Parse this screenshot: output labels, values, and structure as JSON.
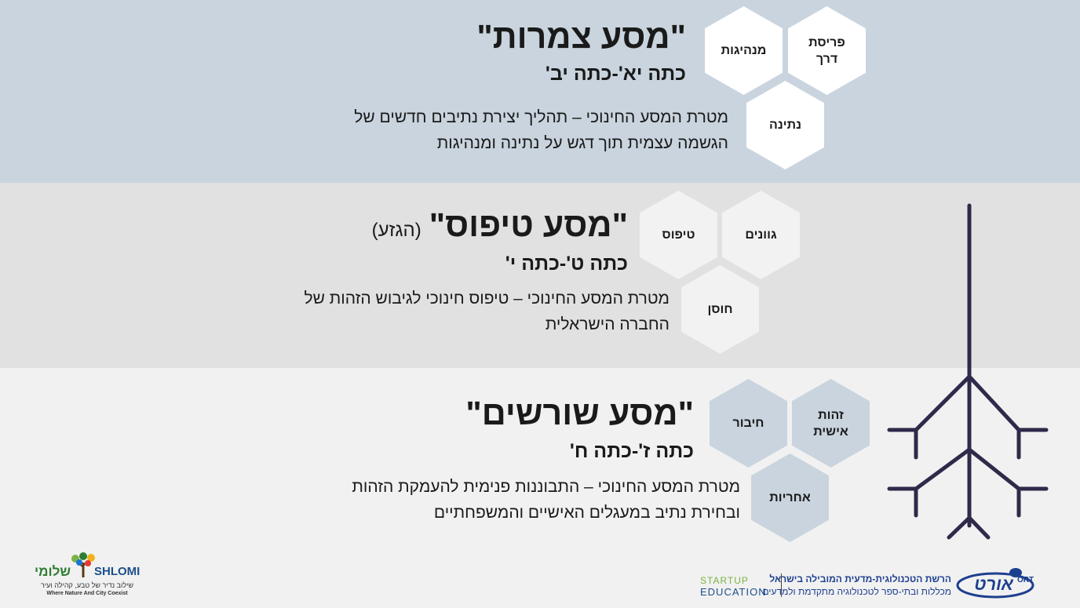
{
  "sections": [
    {
      "title": "\"מסע צמרות\"",
      "subtitle": "כתה יא'-כתה יב'",
      "description_lines": [
        "מטרת המסע החינוכי – תהליך יצירת נתיבים חדשים של",
        "הגשמה עצמית תוך דגש על נתינה ומנהיגות"
      ],
      "hexes": [
        "פריסת דרך",
        "מנהיגות",
        "נתינה"
      ]
    },
    {
      "title": "\"מסע טיפוס\"",
      "title_note": "(הגזע)",
      "subtitle": "כתה ט'-כתה י'",
      "description_lines": [
        "מטרת המסע החינוכי – טיפוס חינוכי לגיבוש הזהות של",
        "החברה הישראלית"
      ],
      "hexes": [
        "גוונים",
        "טיפוס",
        "חוסן"
      ]
    },
    {
      "title": "\"מסע שורשים\"",
      "subtitle": "כתה ז'-כתה ח'",
      "description_lines": [
        "מטרת המסע החינוכי – התבוננות פנימית להעמקת הזהות",
        "ובחירת נתיב במעגלים האישיים והמשפחתיים"
      ],
      "hexes": [
        "זהות אישית",
        "חיבור",
        "אחריות"
      ]
    }
  ],
  "footer": {
    "shlomi": {
      "name_he": "שלומי",
      "name_en": "SHLOMI",
      "tagline_he": "שילוב נדיר של טבע, קהילה ועיר",
      "tagline_en": "Where Nature And City Coexist"
    },
    "startup": {
      "line1": "STARTUP",
      "line2": "EDUCATION"
    },
    "ort": {
      "line1": "הרשת הטכנולוגית-מדעית המובילה בישראל",
      "line2": "מכללות ובתי-ספר לטכנולוגיה מתקדמת ולמדעים",
      "logo_main": "אורט",
      "logo_super": "ORT"
    }
  },
  "colors": {
    "band_top": "#c9d4de",
    "band_middle": "#e1e1e1",
    "band_bottom": "#f1f1f1",
    "tree": "#2f2a4a",
    "ort_blue": "#1d3f8f",
    "startup_green": "#7cb342"
  }
}
